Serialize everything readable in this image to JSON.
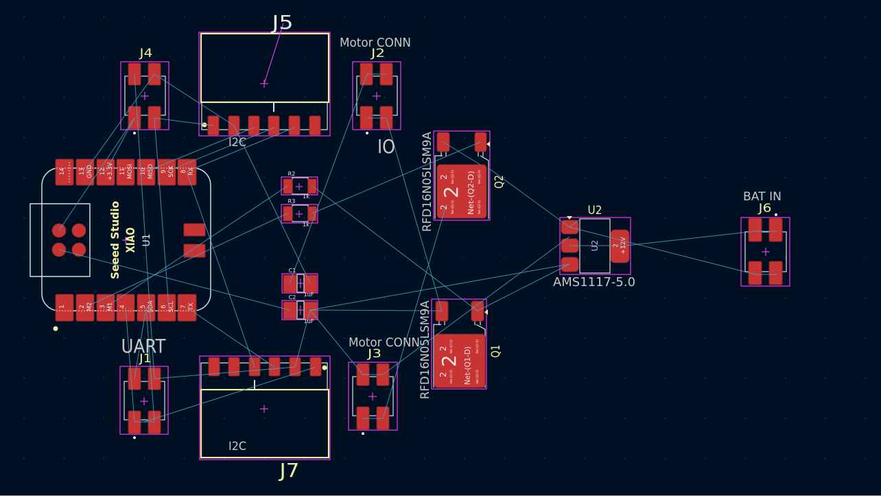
{
  "colors": {
    "background": "#001023",
    "pad": "#c83434",
    "pad_edge": "#8e2626",
    "courtyard": "#e033e0",
    "silkscreen": "#f2eda1",
    "fab": "#e0e0e0",
    "ratsnest": "#4aa3bb",
    "label": "#c8c8c8",
    "anchor": "#e040e0"
  },
  "components": {
    "j5": {
      "ref": "J5",
      "label": "I2C"
    },
    "j7": {
      "ref": "J7",
      "label": "I2C"
    },
    "j4": {
      "ref": "J4"
    },
    "j2": {
      "ref": "J2",
      "label": "Motor CONN",
      "note": "IO"
    },
    "j3": {
      "ref": "J3",
      "label": "Motor CONN"
    },
    "j1": {
      "ref": "J1",
      "label": "UART"
    },
    "j6": {
      "ref": "J6",
      "label": "BAT IN"
    },
    "u1": {
      "ref": "U1",
      "name_line1": "Seeed Studio",
      "name_line2": "XIAO",
      "pads_top": [
        {
          "num": "14",
          "net": ""
        },
        {
          "num": "13",
          "net": "GND"
        },
        {
          "num": "12",
          "net": "+3.3V"
        },
        {
          "num": "11",
          "net": "MOSI"
        },
        {
          "num": "10",
          "net": "MISO"
        },
        {
          "num": "9",
          "net": "SCK"
        },
        {
          "num": "8",
          "net": "RX"
        }
      ],
      "pads_bottom": [
        {
          "num": "1",
          "net": ""
        },
        {
          "num": "2",
          "net": "M2"
        },
        {
          "num": "3",
          "net": "M1"
        },
        {
          "num": "4",
          "net": ""
        },
        {
          "num": "5",
          "net": "SDA"
        },
        {
          "num": "6",
          "net": "SCL"
        },
        {
          "num": "7",
          "net": "TX"
        }
      ]
    },
    "u2": {
      "ref": "U2",
      "value": "AMS1117-5.0",
      "fab_ref": "U2",
      "tab_num": "2",
      "tab_net": "+12V"
    },
    "q1": {
      "ref": "Q1",
      "value": "RFD16N05LSM9A",
      "pad_num": "2",
      "pad_net": "Net-(Q1-D)"
    },
    "q2": {
      "ref": "Q2",
      "value": "RFD16N05LSM9A",
      "pad_num": "2",
      "pad_net": "Net-(Q2-D)"
    },
    "r2": {
      "ref": "R2",
      "value": "1k"
    },
    "r3": {
      "ref": "R3",
      "value": "1k"
    },
    "c1": {
      "ref": "C1",
      "value": "1uF"
    },
    "c2": {
      "ref": "C2",
      "value": "1uF"
    }
  }
}
